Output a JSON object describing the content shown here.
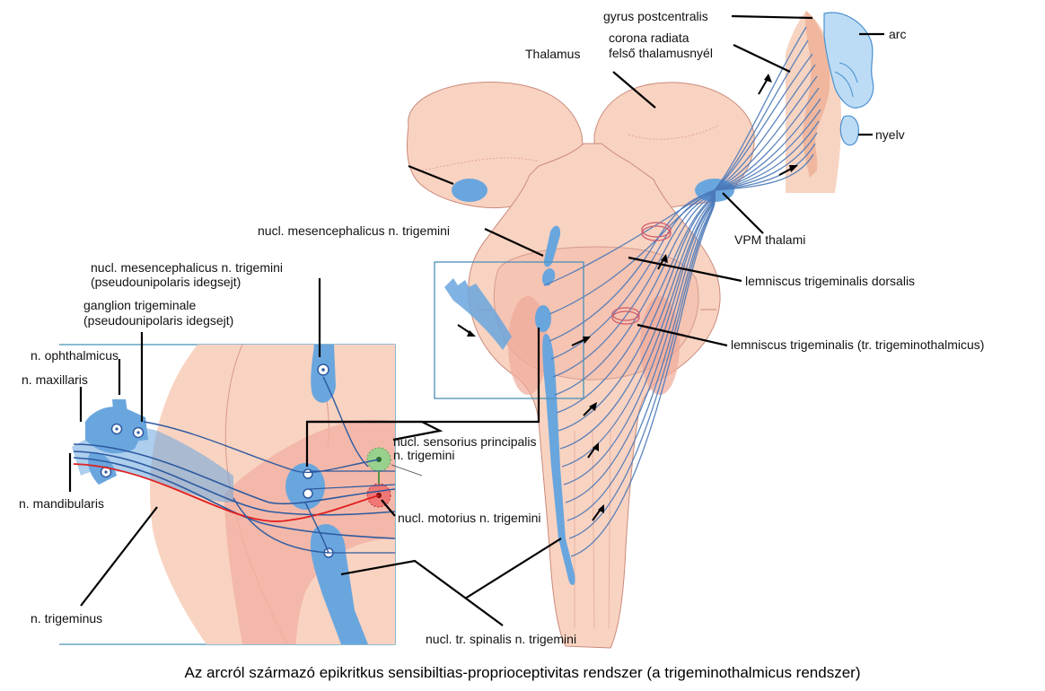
{
  "caption": "Az arcról származó epikritkus sensibiltias-proprioceptivitas rendszer (a trigeminothalmicus rendszer)",
  "labels": {
    "gyrus_postcentralis": "gyrus postcentralis",
    "corona_radiata": "corona radiata",
    "felso_thalamusnyel": "felső thalamusnyél",
    "arc": "arc",
    "nyelv": "nyelv",
    "thalamus": "Thalamus",
    "vpm_thalami": "VPM thalami",
    "nucl_mesencephalicus_right": "nucl. mesencephalicus n. trigemini",
    "nucl_mesencephalicus_left": "nucl. mesencephalicus n. trigemini",
    "pseudounipolaris_1": "(pseudounipolaris idegsejt)",
    "ganglion_trigeminale": "ganglion trigeminale",
    "pseudounipolaris_2": "(pseudounipolaris idegsejt)",
    "n_ophthalmicus": "n. ophthalmicus",
    "n_maxillaris": "n. maxillaris",
    "n_mandibularis": "n. mandibularis",
    "n_trigeminus": "n. trigeminus",
    "lemniscus_dorsalis": "lemniscus trigeminalis dorsalis",
    "lemniscus_ventralis": "lemniscus trigeminalis (tr. trigeminothalmicus)",
    "nucl_sensorius_1": "nucl. sensorius principalis",
    "nucl_sensorius_2": "n. trigemini",
    "nucl_motorius": "nucl. motorius n. trigemini",
    "nucl_spinalis": "nucl. tr. spinalis n. trigemini"
  },
  "colors": {
    "brainstem": "#f9d3c1",
    "brainstem_dark": "#f1b1a2",
    "tract_blue": "#6aa6de",
    "fiber_blue": "#4a78b8",
    "cortex": "#f0b79e",
    "face": "#bcdcf5",
    "motor_red": "#e02020",
    "sensory_green": "#8fd48a",
    "inset_frame": "#4a90b8"
  }
}
